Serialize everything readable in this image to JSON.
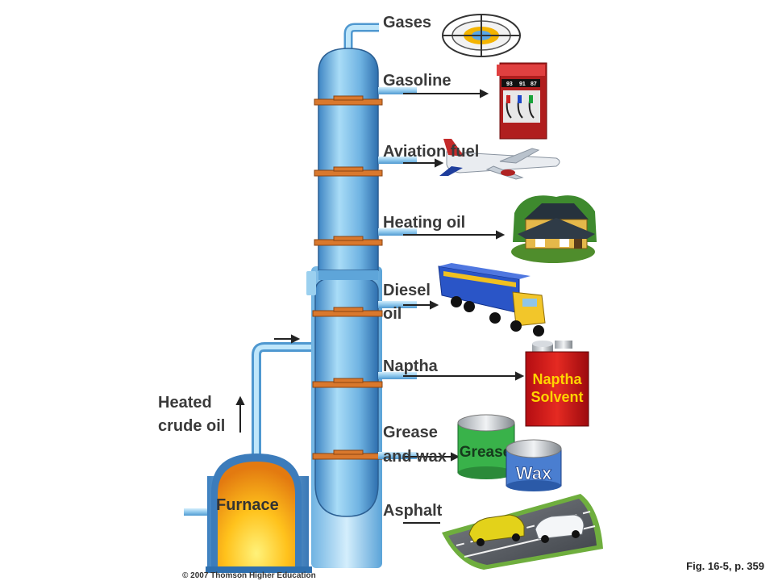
{
  "labels": {
    "gases": "Gases",
    "gasoline": "Gasoline",
    "aviation_fuel": "Aviation fuel",
    "heating_oil": "Heating oil",
    "diesel_line1": "Diesel",
    "diesel_line2": "oil",
    "naptha": "Naptha",
    "grease_line1": "Grease",
    "grease_line2": "and wax",
    "asphalt": "Asphalt",
    "heated_line1": "Heated",
    "heated_line2": "crude oil",
    "furnace": "Furnace"
  },
  "products": {
    "can_naptha_line1": "Naptha",
    "can_naptha_line2": "Solvent",
    "grease_can": "Grease",
    "wax_can": "Wax"
  },
  "pump_prices": [
    "93",
    "91",
    "87"
  ],
  "footer": {
    "figure": "Fig. 16-5, p. 359",
    "copyright": "© 2007 Thomson Higher Education"
  },
  "colors": {
    "column": "#7dbde6",
    "pipe": "#9bd0ef",
    "tray": "#d9782d",
    "furnace_fire": "#ffd21f"
  }
}
